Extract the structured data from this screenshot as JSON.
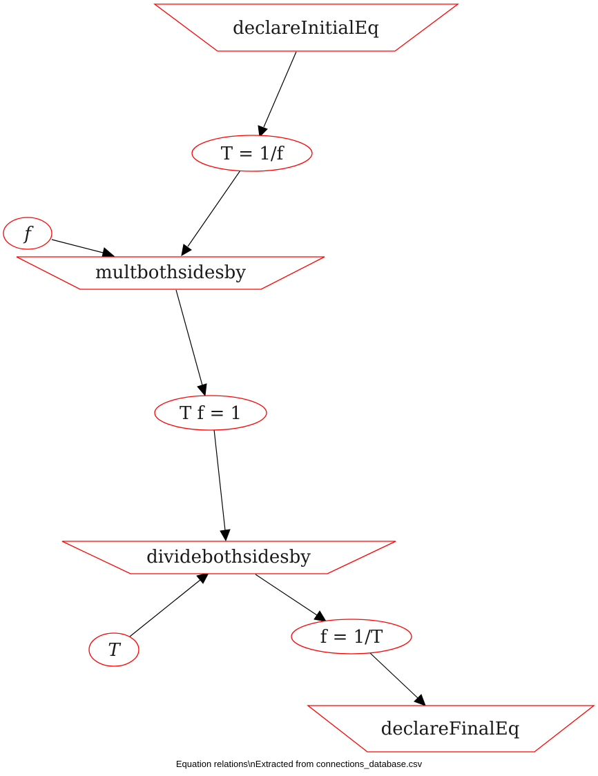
{
  "diagram": {
    "caption": "Equation relations\\nExtracted from connections_database.csv",
    "nodes": {
      "declare_initial": "declareInitialEq",
      "eq_T_inv_f": "T = 1/f",
      "var_f": "f",
      "mult_both": "multbothsidesby",
      "eq_Tf_1": "T f = 1",
      "divide_both": "dividebothsidesby",
      "var_T": "T",
      "eq_f_inv_T": "f = 1/T",
      "declare_final": "declareFinalEq"
    },
    "edges": [
      {
        "from": "declareInitialEq",
        "to": "T = 1/f"
      },
      {
        "from": "T = 1/f",
        "to": "multbothsidesby"
      },
      {
        "from": "f",
        "to": "multbothsidesby"
      },
      {
        "from": "multbothsidesby",
        "to": "T f = 1"
      },
      {
        "from": "T f = 1",
        "to": "dividebothsidesby"
      },
      {
        "from": "T",
        "to": "dividebothsidesby"
      },
      {
        "from": "dividebothsidesby",
        "to": "f = 1/T"
      },
      {
        "from": "f = 1/T",
        "to": "declareFinalEq"
      }
    ],
    "colors": {
      "node_border": "#ff0000",
      "edge": "#000000",
      "background": "#ffffff"
    }
  }
}
